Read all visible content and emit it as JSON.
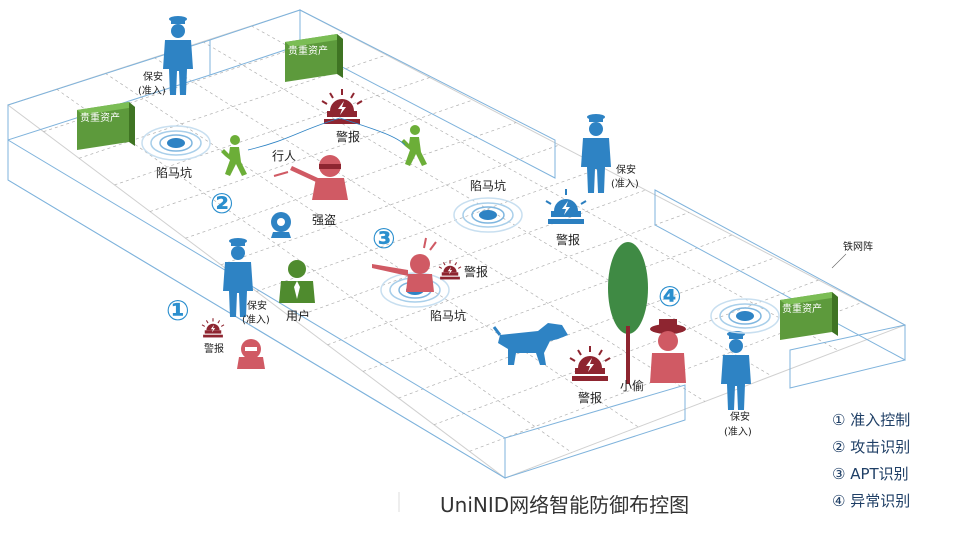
{
  "colors": {
    "grid_line": "#aaaaaa",
    "fence": "#7fb3dc",
    "asset_green": "#5d9a3c",
    "guard_blue": "#2e83c4",
    "user_green": "#4f8b2e",
    "threat_red": "#d05a64",
    "alarm_dark": "#8e2530",
    "alarm_blue": "#2b7fc0",
    "number_blue": "#2b8fce",
    "tree_green": "#3f8a44"
  },
  "labels": {
    "asset": "贵重资产",
    "guard": "保安",
    "guard_permit": "(准入)",
    "alarm": "警报",
    "honeypot": "陷马坑",
    "pedestrian": "行人",
    "robber": "强盗",
    "user": "用户",
    "thief": "小偷",
    "fence": "铁网阵"
  },
  "zone_numbers": [
    "①",
    "②",
    "③",
    "④"
  ],
  "legend": [
    "① 准入控制",
    "② 攻击识别",
    "③ APT识别",
    "④ 异常识别"
  ],
  "caption": "UniNID网络智能防御布控图",
  "icons": [
    "guard-icon",
    "asset-box-icon",
    "alarm-icon",
    "honeypot-icon",
    "walker-icon",
    "robber-icon",
    "camera-icon",
    "user-icon",
    "dog-icon",
    "thief-icon",
    "tree-icon",
    "hacker-icon"
  ]
}
